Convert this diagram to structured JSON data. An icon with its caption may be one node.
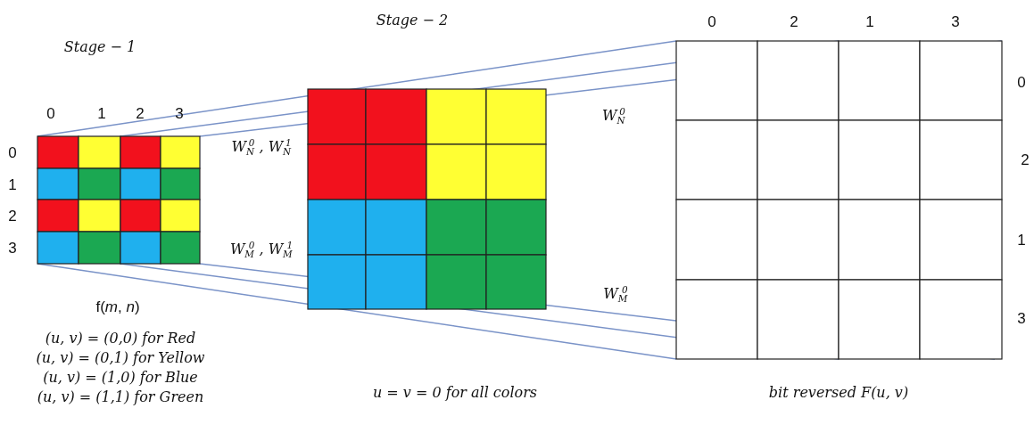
{
  "diagram": {
    "labels": [
      "Stage − 1",
      "0",
      "1",
      "2",
      "3",
      "0",
      "1",
      "2",
      "3",
      "W$_{N}$$^{0}$ , W$_{N}$$^{1}$",
      "W$_{M}$$^{0}$ , W$_{M}$$^{1}$",
      "f(*m*, *n*)",
      "(u, v) = (0,0) for Red",
      "(u, v) = (0,1) for Yellow",
      "(u, v) = (1,0) for Blue",
      "(u, v) = (1,1) for Green",
      "Stage − 2",
      "u = v = 0 for all colors",
      "W$_{N}$$^{0}$",
      "W$_{M}$$^{0}$",
      "0",
      "2",
      "1",
      "3",
      "0",
      "2",
      "1",
      "3",
      "bit reversed F(u, v)"
    ]
  }
}
